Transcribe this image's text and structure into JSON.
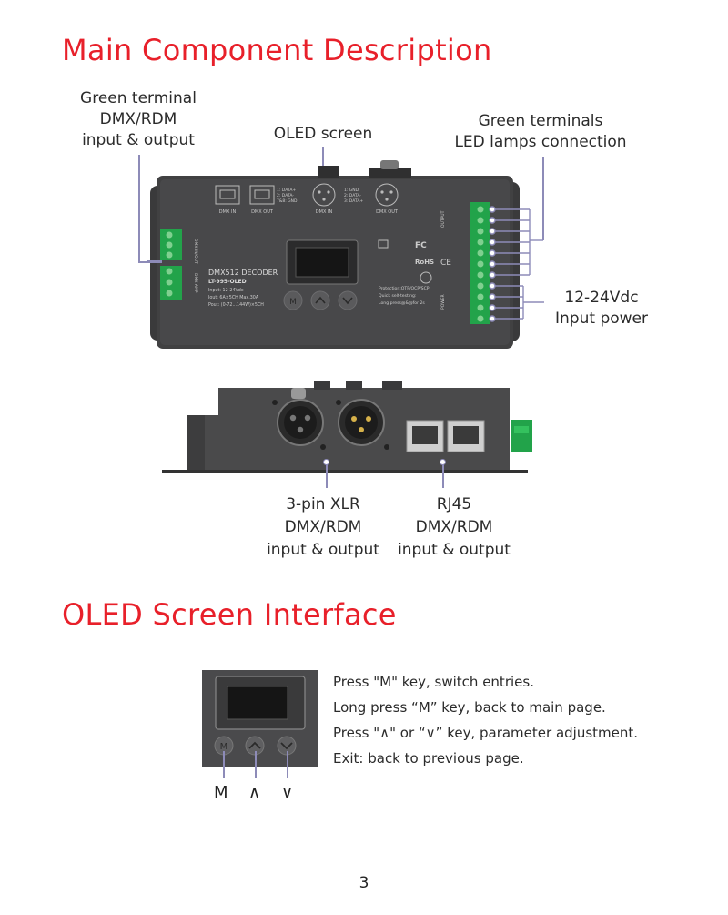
{
  "sections": {
    "main_title": "Main Component Description",
    "oled_title": "OLED Screen Interface"
  },
  "callouts": {
    "green_terminal": [
      "Green terminal",
      "DMX/RDM",
      "input & output"
    ],
    "oled_screen": [
      "OLED screen"
    ],
    "green_terminals_led": [
      "Green terminals",
      "LED lamps connection"
    ],
    "input_power": [
      "12-24Vdc",
      "Input power"
    ],
    "xlr": [
      "3-pin XLR",
      "DMX/RDM",
      "input & output"
    ],
    "rj45": [
      "RJ45",
      "DMX/RDM",
      "input & output"
    ]
  },
  "device": {
    "port_dmx_in": "DMX IN",
    "port_dmx_out": "DMX OUT",
    "rj_pinout": [
      "1: DATA+",
      "2: DATA-",
      "7&8: GND"
    ],
    "xlr_pinout": [
      "1: GND",
      "2: DATA-",
      "3: DATA+"
    ],
    "xlr_dmx_in": "DMX IN",
    "xlr_dmx_out": "DMX OUT",
    "model_title": "DMX512 DECODER",
    "model_name": "LT-995-OLED",
    "spec_input": "Input: 12-24Vdc",
    "spec_iout": "Iout: 6A×5CH  Max.30A",
    "spec_pout": "Pout: (0-72...144W)×5CH",
    "protection": "Protection:OTP/OCP/SCP",
    "quick_test": "Quick self-testing:",
    "long_press": "Long press@&@for 2s",
    "rohs": "RoHS",
    "ce": "CE",
    "fc": "FC",
    "dmx_in_out_label": "DMX IN/OUT",
    "dmx_amp_label": "DMX AMP",
    "output_label": "OUTPUT",
    "power_label": "POWER",
    "key_m": "M"
  },
  "oled_description": [
    "Press \"M\" key,  switch entries.",
    "Long press “M” key, back to main page.",
    "Press \"∧\" or “∨” key,  parameter adjustment.",
    "Exit: back to previous page."
  ],
  "key_labels": [
    "M",
    "∧",
    "∨"
  ],
  "page_number": "3"
}
